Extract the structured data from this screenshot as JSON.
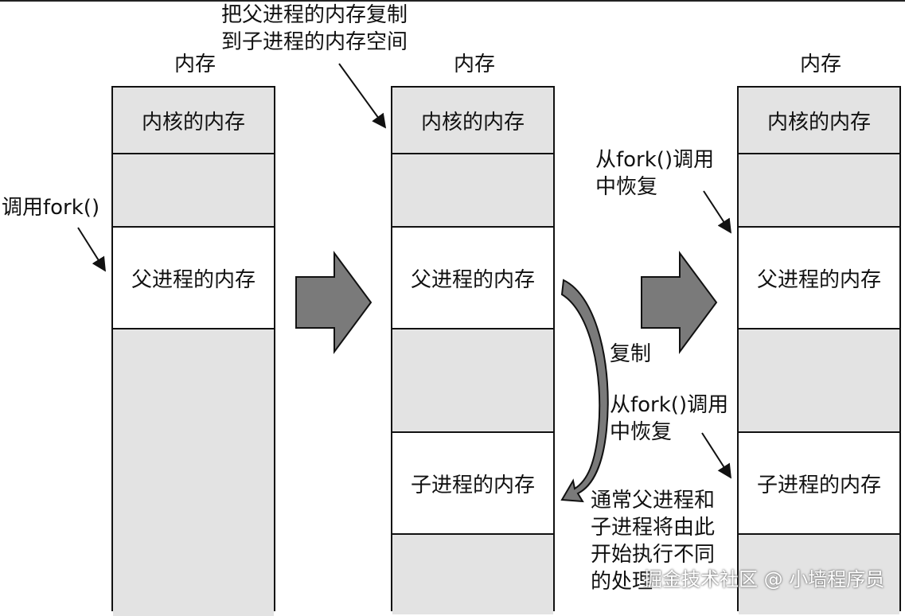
{
  "memory_label": "内存",
  "kernel_memory": "内核的内存",
  "parent_memory": "父进程的内存",
  "child_memory": "子进程的内存",
  "notes": {
    "call_fork": "调用fork()",
    "copy_parent_line1": "把父进程的内存复制",
    "copy_parent_line2": "到子进程的内存空间",
    "resume_line1": "从fork()调用",
    "resume_line2": "中恢复",
    "copy": "复制",
    "different_line1": "通常父进程和",
    "different_line2": "子进程将由此",
    "different_line3": "开始执行不同",
    "different_line4": "的处理"
  },
  "watermark": "掘金技术社区 @ 小墙程序员",
  "colors": {
    "segment_gray": "#e3e3e3",
    "arrow_gray": "#7a7a7a",
    "line": "#111111"
  }
}
